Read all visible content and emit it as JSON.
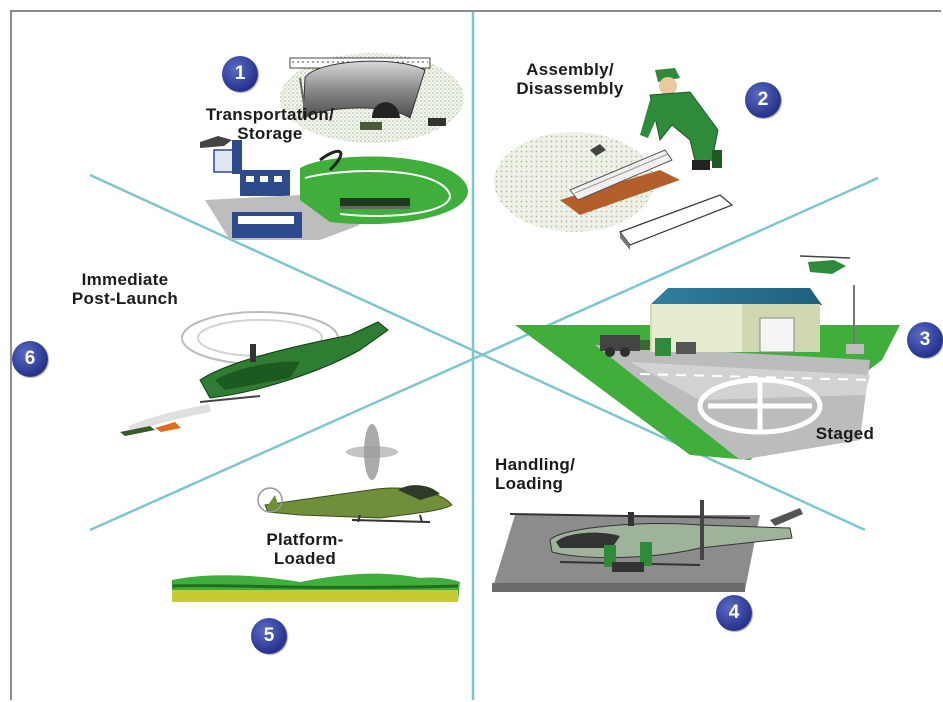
{
  "stages": [
    {
      "number": "1",
      "label": "Transportation/\nStorage"
    },
    {
      "number": "2",
      "label": "Assembly/\nDisassembly"
    },
    {
      "number": "3",
      "label": "Staged"
    },
    {
      "number": "4",
      "label": "Handling/\nLoading"
    },
    {
      "number": "5",
      "label": "Platform-\nLoaded"
    },
    {
      "number": "6",
      "label": "Immediate\nPost-Launch"
    }
  ],
  "colors": {
    "divider": "#7ec6cf",
    "badge": "#26338c",
    "grass": "#3fae3a",
    "military_green": "#2f7d2f",
    "olive": "#6f8f3a",
    "tarmac": "#bcbcbc"
  },
  "icons": [
    "storage-depot-icon",
    "soldier-assembly-icon",
    "staging-area-icon",
    "ground-helicopter-icon",
    "flying-helicopter-icon",
    "firing-helicopter-icon"
  ]
}
